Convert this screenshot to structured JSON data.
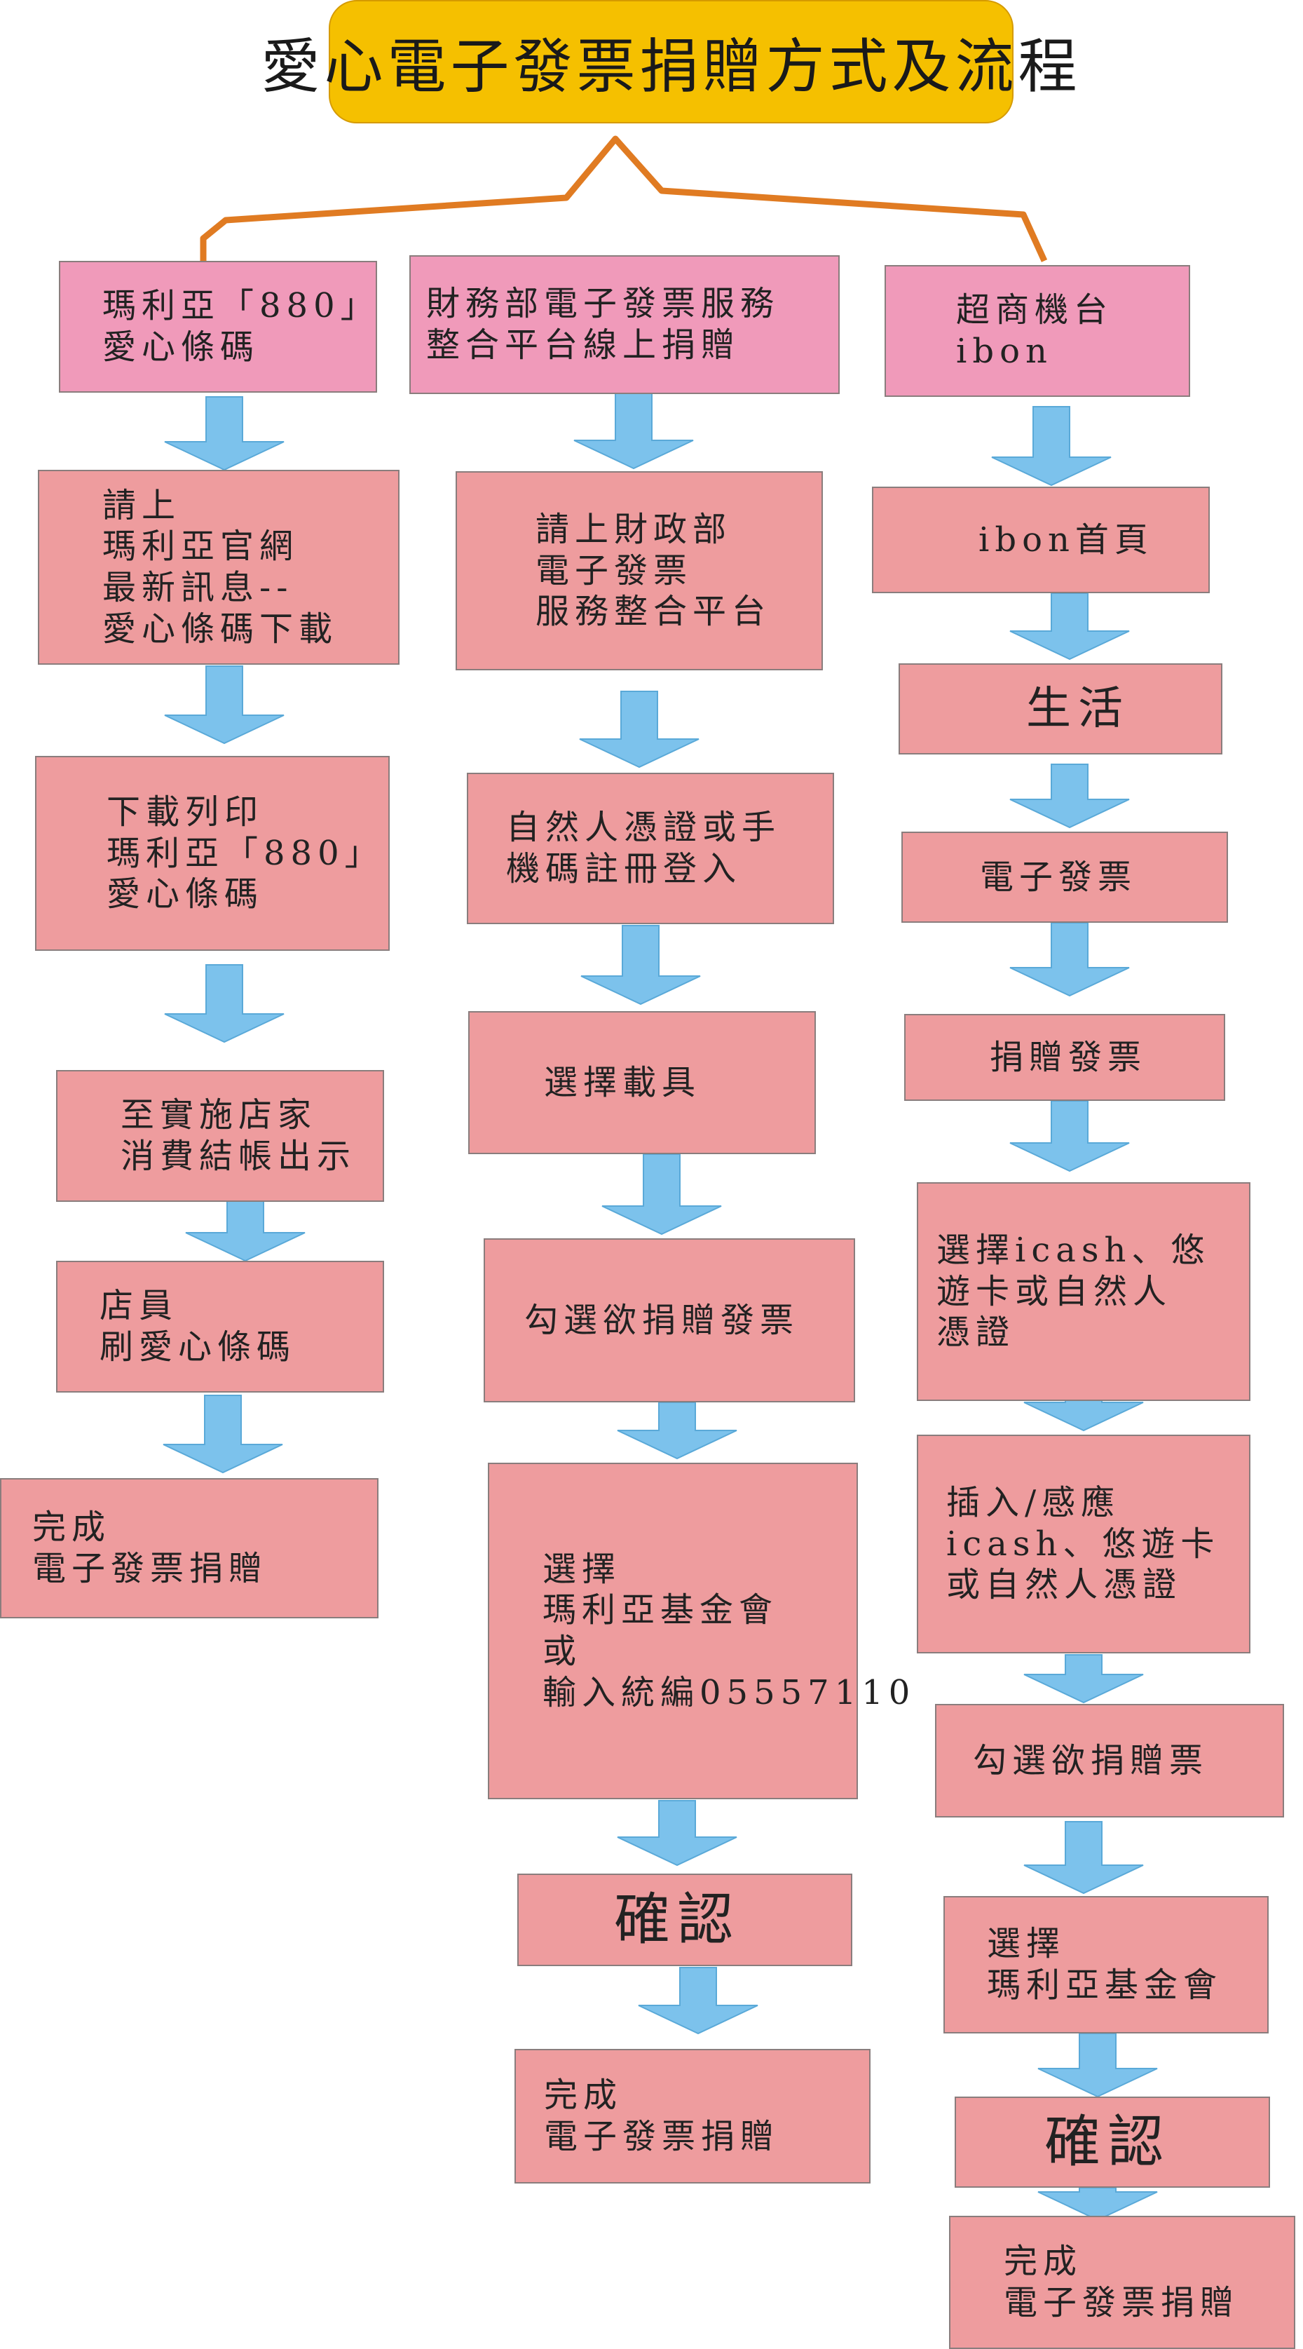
{
  "title": "愛心電子發票捐贈方式及流程",
  "colors": {
    "title_fill": "#f5c000",
    "connector": "#e07b22",
    "head_fill": "#f09aba",
    "step_fill": "#ee9c9e",
    "arrow_fill": "#7cc2ec"
  },
  "columns": [
    {
      "head": [
        "瑪利亞「880」",
        "愛心條碼"
      ],
      "steps": [
        [
          "請上",
          "瑪利亞官網",
          "最新訊息--",
          "愛心條碼下載"
        ],
        [
          "下載列印",
          "瑪利亞「880」",
          "愛心條碼"
        ],
        [
          "至實施店家",
          "消費結帳出示"
        ],
        [
          "店員",
          "刷愛心條碼"
        ],
        [
          "完成",
          "電子發票捐贈"
        ]
      ]
    },
    {
      "head": [
        "財務部電子發票服務",
        "整合平台線上捐贈"
      ],
      "steps": [
        [
          "請上財政部",
          "電子發票",
          "服務整合平台"
        ],
        [
          "自然人憑證或手",
          "機碼註冊登入"
        ],
        [
          "選擇載具"
        ],
        [
          "勾選欲捐贈發票"
        ],
        [
          "選擇",
          "瑪利亞基金會",
          "或",
          "輸入統編05557110"
        ],
        [
          "確認"
        ],
        [
          "完成",
          "電子發票捐贈"
        ]
      ]
    },
    {
      "head": [
        "超商機台",
        "ibon"
      ],
      "steps": [
        [
          "ibon首頁"
        ],
        [
          "生活"
        ],
        [
          "電子發票"
        ],
        [
          "捐贈發票"
        ],
        [
          "選擇icash、悠",
          "遊卡或自然人",
          "憑證"
        ],
        [
          "插入/感應",
          "icash、悠遊卡",
          "或自然人憑證"
        ],
        [
          "勾選欲捐贈票"
        ],
        [
          "選擇",
          "瑪利亞基金會"
        ],
        [
          "確認"
        ],
        [
          "完成",
          "電子發票捐贈"
        ]
      ]
    }
  ]
}
